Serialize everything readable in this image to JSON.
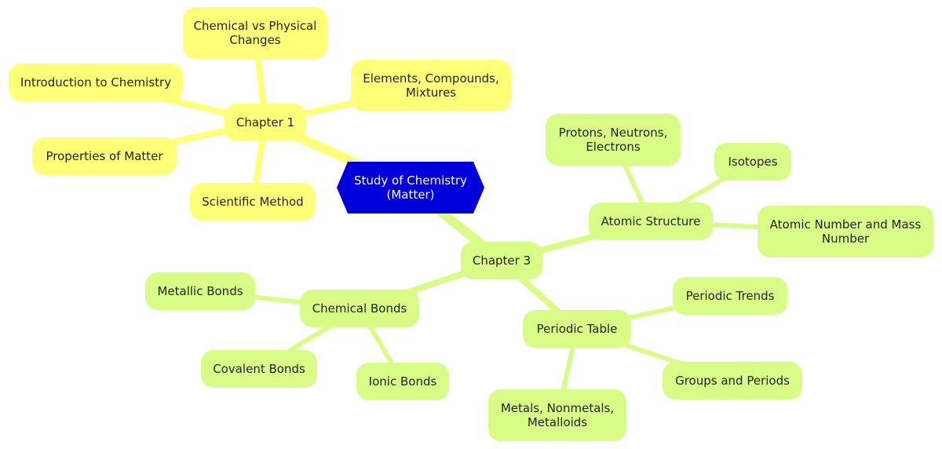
{
  "colors": {
    "root_fill": "#0000dd",
    "root_text": "#ffffff",
    "chapter1_fill": "#ffff78",
    "chapter1_edge": "#ffff78",
    "chapter3_fill": "#d8fc86",
    "chapter3_edge": "#d8fc86",
    "node_text": "#222222"
  },
  "root": {
    "lines": [
      "Study of Chemistry",
      "(Matter)"
    ]
  },
  "chapter1": {
    "label": {
      "lines": [
        "Chapter 1"
      ]
    },
    "topics": {
      "changes": {
        "lines": [
          "Chemical vs Physical",
          "Changes"
        ]
      },
      "intro": {
        "lines": [
          "Introduction to Chemistry"
        ]
      },
      "elements": {
        "lines": [
          "Elements, Compounds,",
          "Mixtures"
        ]
      },
      "properties": {
        "lines": [
          "Properties of Matter"
        ]
      },
      "method": {
        "lines": [
          "Scientific Method"
        ]
      }
    }
  },
  "chapter3": {
    "label": {
      "lines": [
        "Chapter 3"
      ]
    },
    "atomic_structure": {
      "label": {
        "lines": [
          "Atomic Structure"
        ]
      },
      "protons": {
        "lines": [
          "Protons, Neutrons,",
          "Electrons"
        ]
      },
      "isotopes": {
        "lines": [
          "Isotopes"
        ]
      },
      "atomic_number": {
        "lines": [
          "Atomic Number and Mass",
          "Number"
        ]
      }
    },
    "chemical_bonds": {
      "label": {
        "lines": [
          "Chemical Bonds"
        ]
      },
      "metallic": {
        "lines": [
          "Metallic Bonds"
        ]
      },
      "covalent": {
        "lines": [
          "Covalent Bonds"
        ]
      },
      "ionic": {
        "lines": [
          "Ionic Bonds"
        ]
      }
    },
    "periodic_table": {
      "label": {
        "lines": [
          "Periodic Table"
        ]
      },
      "trends": {
        "lines": [
          "Periodic Trends"
        ]
      },
      "groups": {
        "lines": [
          "Groups and Periods"
        ]
      },
      "metals": {
        "lines": [
          "Metals, Nonmetals,",
          "Metalloids"
        ]
      }
    }
  }
}
